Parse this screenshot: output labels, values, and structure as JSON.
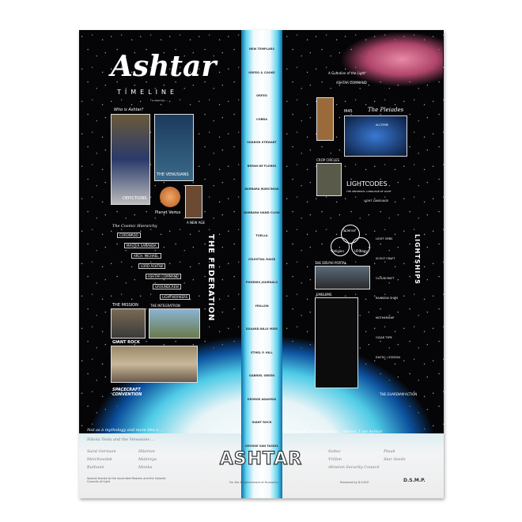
{
  "header": {
    "title": "Ashtar",
    "subtitle": "TIMELINE",
    "byline": "a vision by ..."
  },
  "timeline": [
    "NEW TEMPLARS",
    "ORFEO & COOKE",
    "ORFEO",
    "COBRA",
    "SHARON STEWART",
    "BRYAN DE FLORES",
    "BARBARA MARCINIAK",
    "BARBARA HAND CLOW",
    "TUELLA",
    "CELESTIAL RAISE",
    "PHOENIX JOURNALS",
    "YRILLON",
    "EDUARD BILLY MEIR",
    "ETHEL P. HILL",
    "GABRIEL GREEN",
    "GEORGE ADAMSKI",
    "GIANT ROCK",
    "GEORGE VAN TASSEL"
  ],
  "left_panels": {
    "who": "Who is Ashtar?",
    "depictions": "DEPICTIONS",
    "venusians": "THE VENUSIANS",
    "planet": "Planet Venus",
    "new_age": "A NEW AGE",
    "hierarchy": "The Cosmic Hierarchy",
    "hierarchy_items": [
      "CORONADO",
      "MASTER SANANDA",
      "ARCH. MICHAEL",
      "LORD ASHTAR",
      "ASHTAR COMMAND",
      "GROUNDCREW",
      "LIGHTWORKERS"
    ],
    "federation": "THE FEDERATION",
    "mission": "THE MISSION",
    "integratron": "THE INTEGRATRON",
    "giant_rock": "GIANT ROCK",
    "convention": "SPACECRAFT CONVENTION"
  },
  "right_panels": {
    "guardian": "A Guardian of the Light",
    "command": "ASHTAR COMMAND",
    "pleiades": "The Pleiades",
    "m45": "M45",
    "alcyone": "ALCYONE",
    "crop": "CROP CIRCLES",
    "lightcodes": "LIGHTCODES",
    "lightcodes_sub": "THE UNIVERSAL LANGUAGE OF LIGHT",
    "light_language": "LIGHT LANGUAGE",
    "venn": [
      "Science",
      "Religion",
      "UFOlogy"
    ],
    "delphi": "THE DELPHI PORTAL",
    "lightships": "LIGHTSHIPS",
    "ships": [
      "LIGHT ORBS",
      "SCOUT CRAFT",
      "CLOUDCRAFT",
      "RAINBOW SHIPS",
      "MOTHERSHIP",
      "CIGAR TYPE",
      "EXOTIC / STATION"
    ],
    "emblems": "EMBLEMS",
    "guardian_action": "THE GUARDIAN ACTION"
  },
  "footer": {
    "logo": "ASHTAR",
    "left_quote": "Not as a mythology and more like a ...",
    "bottom_quote": "Nikola Tesla and the Venusians ...",
    "right_quote": "Be well, Beloved Ones... Adonai, I am Ashtar",
    "signatures": [
      "Saint Germain",
      "Hilarion",
      "Melchizedek",
      "Maitreya",
      "Kuthumi",
      "Monka",
      "Soltec",
      "Ptaah",
      "Vrillon",
      "Star Seeds",
      "Ahnelon Security Council"
    ],
    "credit_left": "Special thanks to the Ascended Masters and the Galactic Councils of Light",
    "credit_center": "For the Enlightenment of Humanity",
    "credit_right": "Produced by D.S.M.P.",
    "brand": "D.S.M.P."
  }
}
